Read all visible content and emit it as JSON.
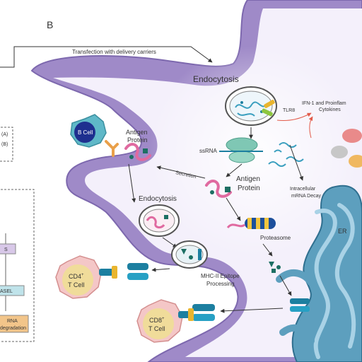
{
  "panel_letter": "B",
  "labels": {
    "transfection": "Transfection with delivery carriers",
    "endocytosis_top": "Endocytosis",
    "tlr": "TLR8",
    "ifn_line1": "IFN-1 and Proinflam",
    "ifn_line2": "Cytokines",
    "ssrna": "ssRNA",
    "antigen_protein_1": "Antigen",
    "antigen_protein_2": "Protein",
    "antigen_protein_center_1": "Antigen",
    "antigen_protein_center_2": "Protein",
    "intracellular_1": "Intracellular",
    "intracellular_2": "mRNA Decay",
    "bcell": "B Cell",
    "secretion": "Secretion",
    "endocytosis_mid": "Endocytosis",
    "proteasome": "Proteasome",
    "mhc_ii_1": "MHC-II Epitope",
    "mhc_ii_2": "Processing",
    "cd4_1": "CD4",
    "cd4_sup": "+",
    "cd4_2": "T Cell",
    "cd8_1": "CD8",
    "cd8_sup": "+",
    "cd8_2": "T Cell",
    "er": "ER",
    "left_frag_1": "S",
    "left_frag_2": "ASEL",
    "left_frag_3": "RNA",
    "left_frag_4": "degradation",
    "left_box_a": "(A)",
    "left_box_b": "(B)"
  },
  "colors": {
    "cell_body": "#9f8ac8",
    "cytoplasm": "#f4f0fb",
    "er": "#5d9fbe",
    "bcell_outer": "#5fb8c8",
    "bcell_inner": "#7fd0d8",
    "tcell_outer": "#f4c7c7",
    "tcell_inner": "#f0dc9a",
    "antigen": "#e06aa0",
    "receptor": "#1c7fa0",
    "proteasome": "#1c4f9c",
    "proteasome_band": "#f1c43f"
  }
}
